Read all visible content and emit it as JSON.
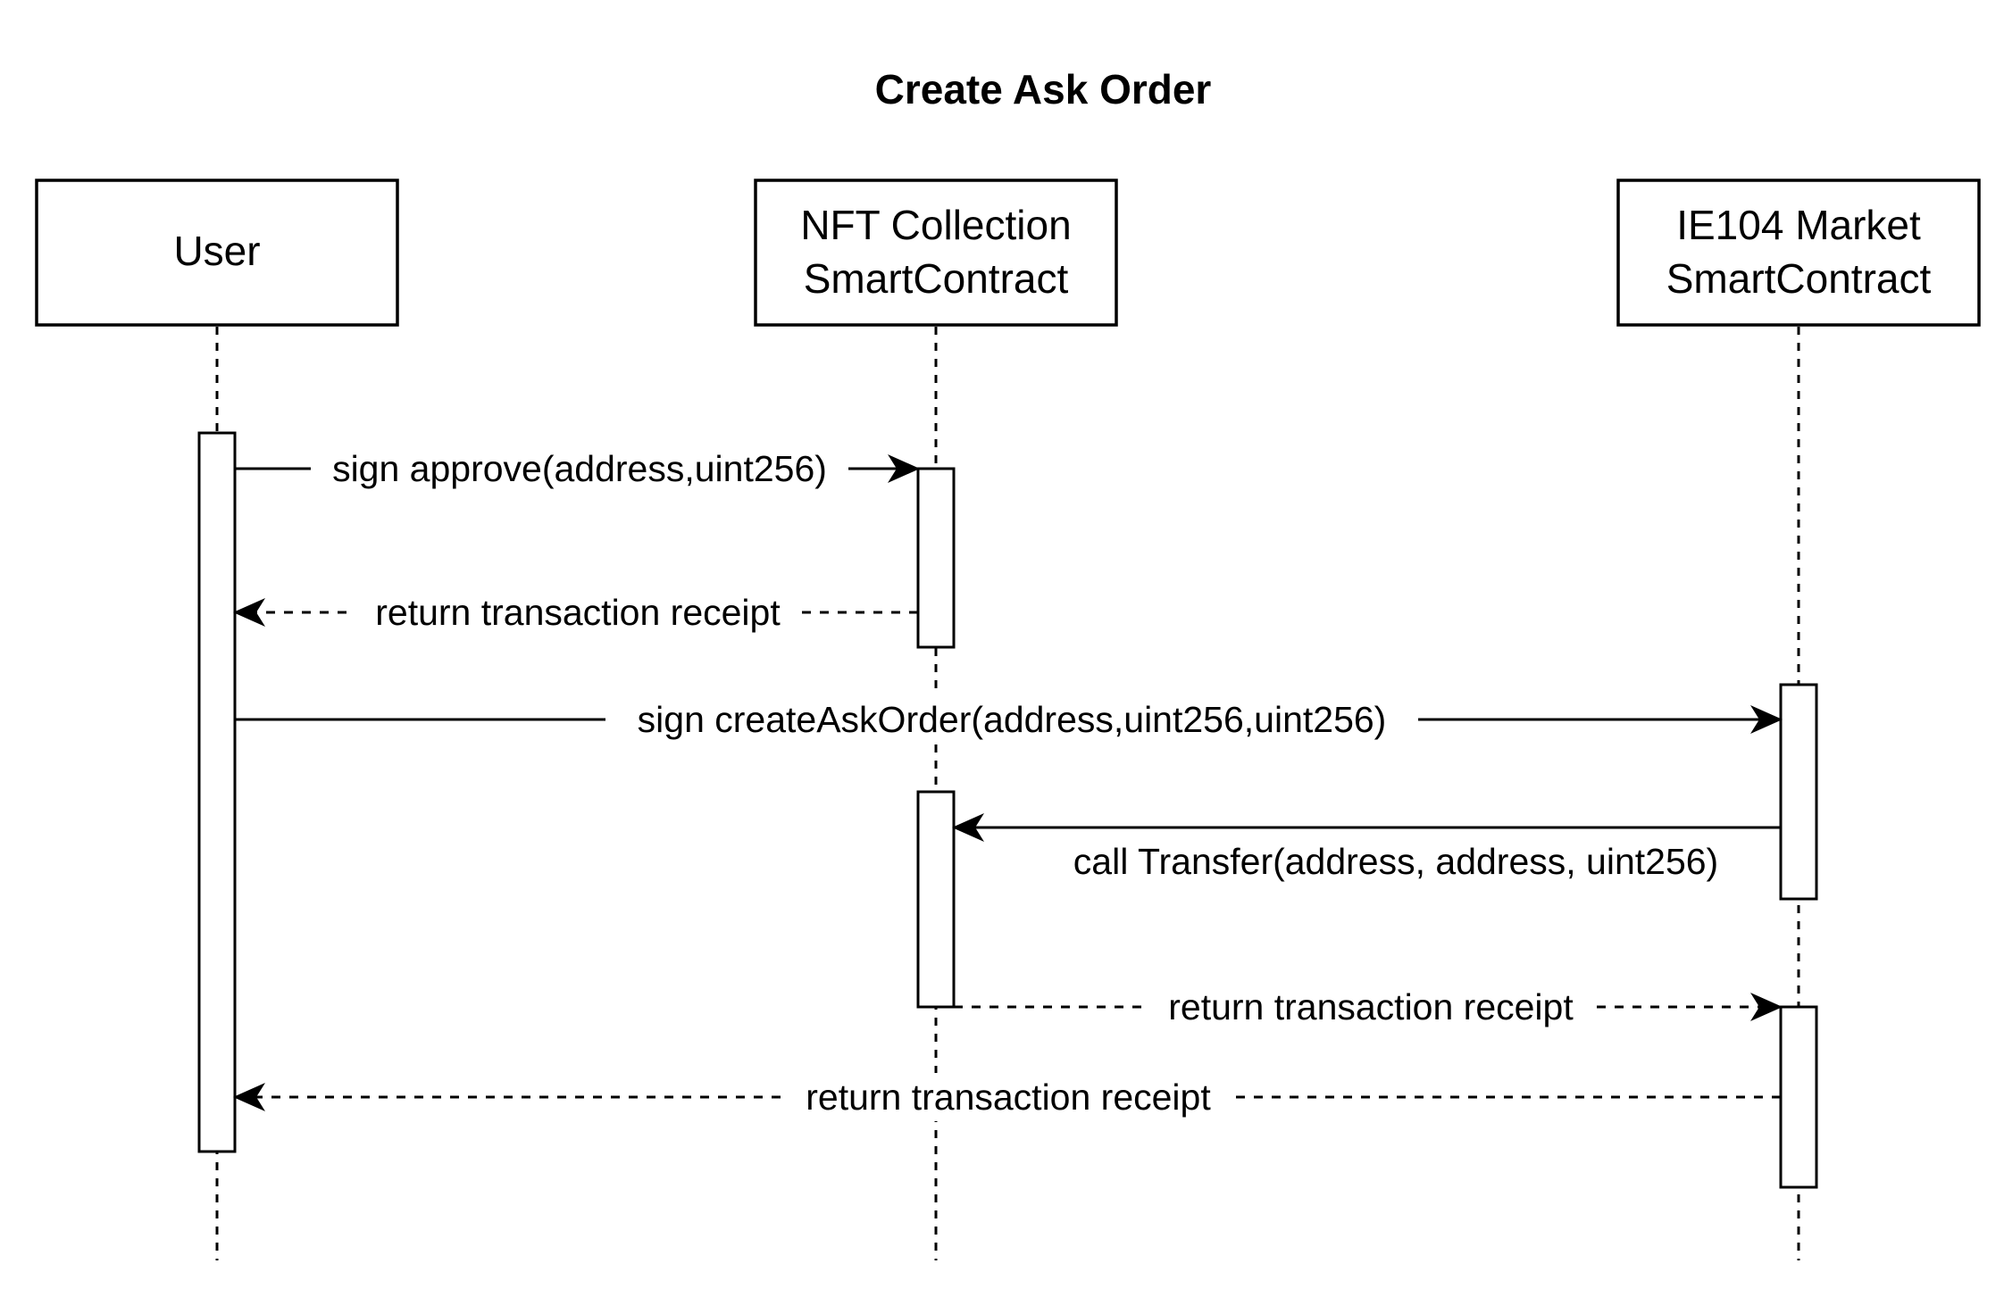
{
  "title": "Create Ask Order",
  "actors": [
    {
      "id": "user",
      "lines": [
        "User"
      ]
    },
    {
      "id": "nft",
      "lines": [
        "NFT Collection",
        "SmartContract"
      ]
    },
    {
      "id": "market",
      "lines": [
        "IE104 Market",
        "SmartContract"
      ]
    }
  ],
  "messages": [
    {
      "label": "sign approve(address,uint256)",
      "style": "solid",
      "from": "user",
      "to": "nft"
    },
    {
      "label": "return transaction receipt",
      "style": "dashed",
      "from": "nft",
      "to": "user"
    },
    {
      "label": "sign createAskOrder(address,uint256,uint256)",
      "style": "solid",
      "from": "user",
      "to": "market"
    },
    {
      "label": "call Transfer(address, address, uint256)",
      "style": "solid",
      "from": "market",
      "to": "nft"
    },
    {
      "label": "return transaction receipt",
      "style": "dashed",
      "from": "nft",
      "to": "market"
    },
    {
      "label": "return transaction receipt",
      "style": "dashed",
      "from": "market",
      "to": "user"
    }
  ]
}
